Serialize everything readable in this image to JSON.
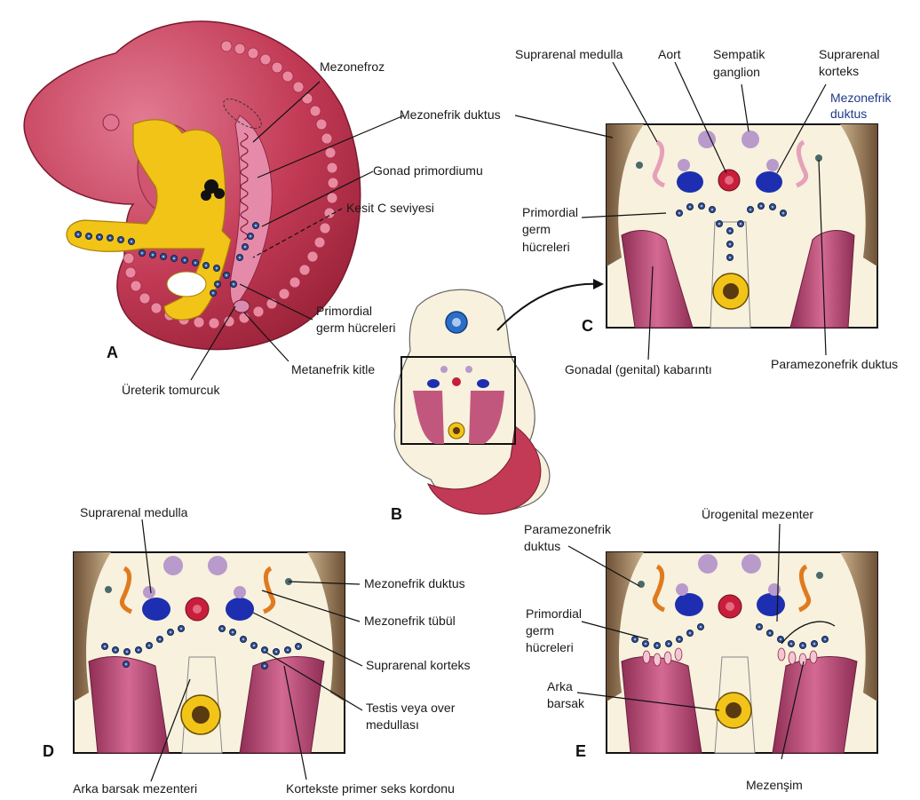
{
  "panels": {
    "A": {
      "letter": "A",
      "labels": {
        "mezonefroz": "Mezonefroz",
        "mezonefrik_duktus": "Mezonefrik duktus",
        "gonad_primordiumu": "Gonad primordiumu",
        "kesit_c": "Kesit C seviyesi",
        "primordial_1": "Primordial",
        "primordial_2": "germ hücreleri",
        "metanefrik_kitle": "Metanefrik kitle",
        "ureterik_tomurcuk": "Üreterik tomurcuk"
      }
    },
    "B": {
      "letter": "B"
    },
    "C": {
      "letter": "C",
      "labels": {
        "suprarenal_medulla": "Suprarenal medulla",
        "aort": "Aort",
        "sempatik_1": "Sempatik",
        "sempatik_2": "ganglion",
        "suprarenal_korteks_1": "Suprarenal",
        "suprarenal_korteks_2": "korteks",
        "mezonefrik_1": "Mezonefrik",
        "mezonefrik_2": "duktus",
        "primordial_1": "Primordial",
        "primordial_2": "germ",
        "primordial_3": "hücreleri",
        "gonadal": "Gonadal (genital) kabarıntı",
        "paramezonefrik": "Paramezonefrik duktus"
      }
    },
    "D": {
      "letter": "D",
      "labels": {
        "suprarenal_medulla": "Suprarenal medulla",
        "mezonefrik_duktus": "Mezonefrik duktus",
        "mezonefrik_tubul": "Mezonefrik tübül",
        "suprarenal_korteks": "Suprarenal korteks",
        "testis_1": "Testis veya over",
        "testis_2": "medullası",
        "arka_barsak_mezenteri": "Arka barsak mezenteri",
        "korteks_kordon": "Kortekste primer seks kordonu"
      }
    },
    "E": {
      "letter": "E",
      "labels": {
        "paramezonefrik_1": "Paramezonefrik",
        "paramezonefrik_2": "duktus",
        "urogenital": "Ürogenital mezenter",
        "primordial_1": "Primordial",
        "primordial_2": "germ",
        "primordial_3": "hücreleri",
        "arka_1": "Arka",
        "arka_2": "barsak",
        "mezensim": "Mezenşim"
      }
    }
  },
  "colors": {
    "embryo": "#b8324a",
    "embryo_light": "#d9607a",
    "yellow": "#f2c418",
    "cream": "#f7f1de",
    "brown": "#8a6a4a",
    "pink_gonad": "#c2577e",
    "blue_organ": "#1d2fb0",
    "lavender": "#b89acb",
    "aorta": "#c81e3c",
    "orange_duct": "#e07a1f",
    "germ_cell": "#2e4a8a"
  }
}
